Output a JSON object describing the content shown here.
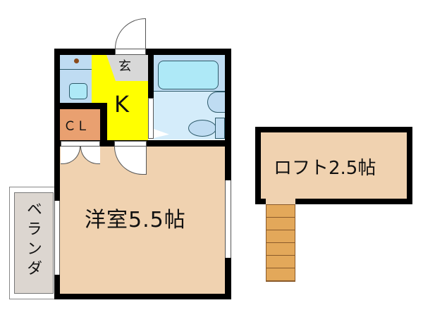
{
  "floorplan": {
    "rooms": {
      "genkan": {
        "label": "玄",
        "color": "#d8d8d8"
      },
      "kitchen": {
        "label": "K",
        "color": "#ffff00"
      },
      "closet": {
        "label": "ＣＬ",
        "color": "#e9a070"
      },
      "western_room": {
        "label": "洋室5.5帖",
        "color": "#f0d2b0"
      },
      "veranda": {
        "label": "ベランダ",
        "color": "#dcd6d0"
      },
      "loft": {
        "label": "ロフト2.5帖",
        "color": "#f0d2b0"
      },
      "bathroom": {
        "color": "#d4ecfa"
      },
      "washroom": {
        "color": "#bfdcf2"
      }
    },
    "colors": {
      "wall": "#000000",
      "fixture": "#aee9f7",
      "fixture_border": "#2d5a6a",
      "stairs": "#e3a85a"
    }
  }
}
